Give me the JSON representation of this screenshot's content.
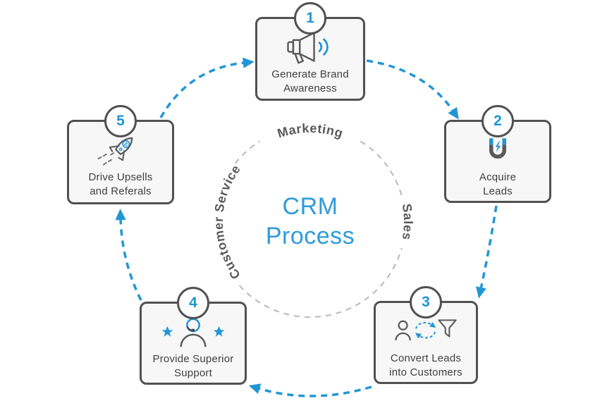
{
  "title": {
    "line1": "CRM",
    "line2": "Process"
  },
  "ring": {
    "marketing": "Marketing",
    "sales": "Sales",
    "customer_service": "Customer Service"
  },
  "steps": [
    {
      "number": "1",
      "lines": [
        "Generate Brand",
        "Awareness"
      ],
      "icon": "megaphone"
    },
    {
      "number": "2",
      "lines": [
        "Acquire",
        "Leads"
      ],
      "icon": "magnet"
    },
    {
      "number": "3",
      "lines": [
        "Convert Leads",
        "into Customers"
      ],
      "icon": "person-funnel-cycle"
    },
    {
      "number": "4",
      "lines": [
        "Provide Superior",
        "Support"
      ],
      "icon": "support-agent-stars"
    },
    {
      "number": "5",
      "lines": [
        "Drive Upsells",
        "and Referals"
      ],
      "icon": "rocket"
    }
  ],
  "colors": {
    "accent_blue": "#2196d5",
    "title_blue": "#2e9bdb",
    "box_border": "#515151",
    "box_background": "#f7f7f7",
    "ring_dash_gray": "#b8b8b8",
    "ring_label_gray": "#595959",
    "icon_gray": "#5a5a5a",
    "step_text_gray": "#3f3f3f"
  }
}
